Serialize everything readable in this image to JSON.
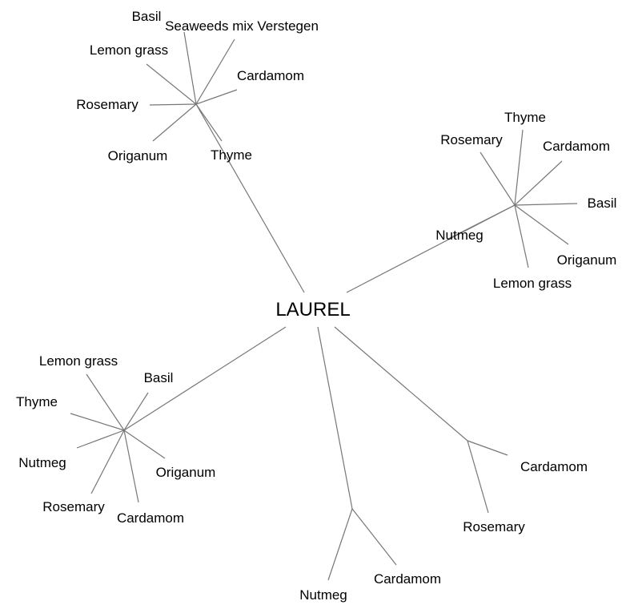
{
  "diagram": {
    "root": "LAUREL",
    "edge_color": "#777777",
    "branches": [
      {
        "children": [
          "Basil",
          "Seaweeds mix Verstegen",
          "Lemon grass",
          "Cardamom",
          "Rosemary",
          "Origanum",
          "Thyme"
        ]
      },
      {
        "children": [
          "Rosemary",
          "Thyme",
          "Cardamom",
          "Basil",
          "Origanum",
          "Lemon grass",
          "Nutmeg"
        ]
      },
      {
        "children": [
          "Lemon grass",
          "Basil",
          "Thyme",
          "Nutmeg",
          "Origanum",
          "Rosemary",
          "Cardamom"
        ]
      },
      {
        "children": [
          "Nutmeg",
          "Cardamom"
        ]
      },
      {
        "children": [
          "Cardamom",
          "Rosemary"
        ]
      }
    ]
  }
}
